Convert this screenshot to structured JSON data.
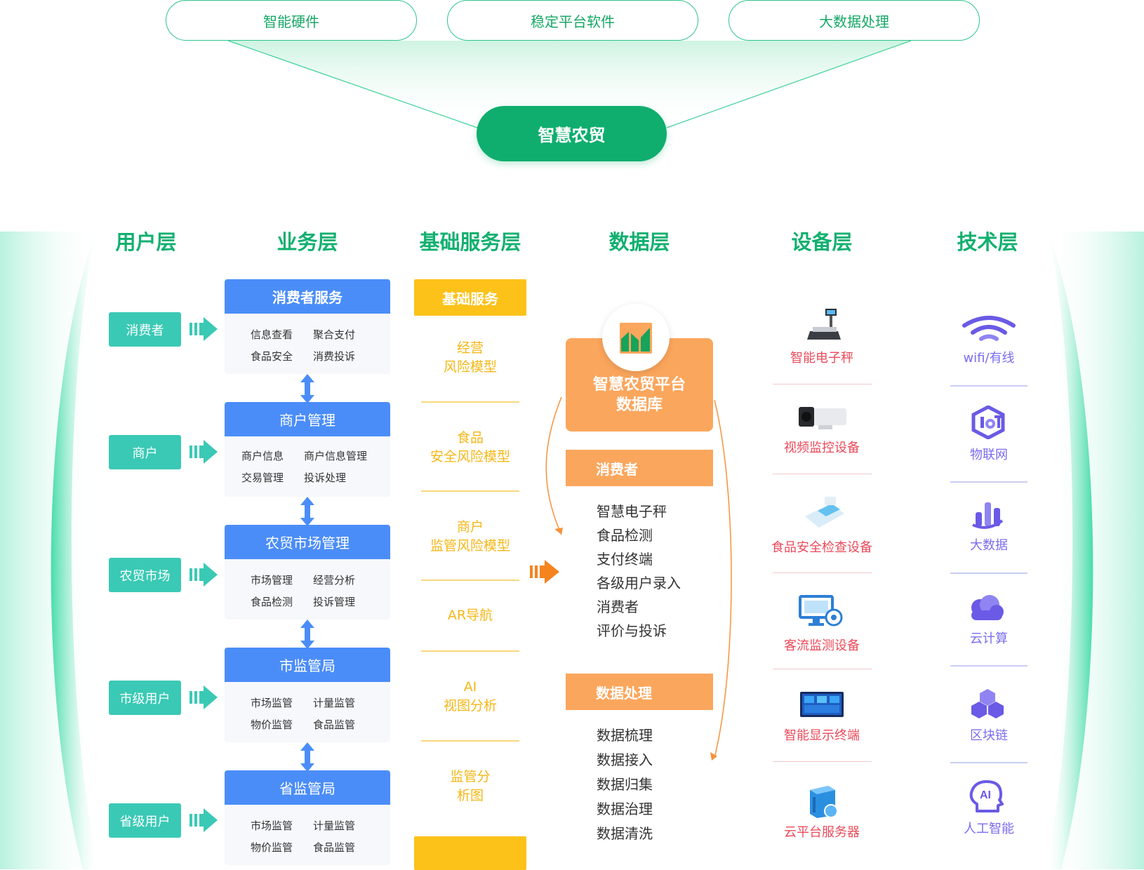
{
  "top": {
    "pills": [
      "智能硬件",
      "稳定平台软件",
      "大数据处理"
    ],
    "center": "智慧农贸"
  },
  "layers": [
    "用户层",
    "业务层",
    "基础服务层",
    "数据层",
    "设备层",
    "技术层"
  ],
  "users": [
    "消费者",
    "商户",
    "农贸市场",
    "市级用户",
    "省级用户"
  ],
  "business": [
    {
      "title": "消费者服务",
      "items": [
        "信息查看",
        "聚合支付",
        "食品安全",
        "消费投诉"
      ]
    },
    {
      "title": "商户管理",
      "items": [
        "商户信息",
        "商户信息管理",
        "交易管理",
        "投诉处理"
      ]
    },
    {
      "title": "农贸市场管理",
      "items": [
        "市场管理",
        "经营分析",
        "食品检测",
        "投诉管理"
      ]
    },
    {
      "title": "市监管局",
      "items": [
        "市场监管",
        "计量监管",
        "物价监管",
        "食品监管"
      ]
    },
    {
      "title": "省监管局",
      "items": [
        "市场监管",
        "计量监管",
        "物价监管",
        "食品监管"
      ]
    }
  ],
  "base": {
    "title": "基础服务",
    "items": [
      [
        "经营",
        "风险模型"
      ],
      [
        "食品",
        "安全风险模型"
      ],
      [
        "商户",
        "监管风险模型"
      ],
      [
        "AR导航"
      ],
      [
        "AI",
        "视图分析"
      ],
      [
        "监管分",
        "析图"
      ]
    ]
  },
  "data_layer": {
    "main": [
      "智慧农贸平台",
      "数据库"
    ],
    "sections": [
      {
        "title": "消费者",
        "items": [
          "智慧电子秤",
          "食品检测",
          "支付终端",
          "各级用户录入",
          "消费者",
          "评价与投诉"
        ]
      },
      {
        "title": "数据处理",
        "items": [
          "数据梳理",
          "数据接入",
          "数据归集",
          "数据治理",
          "数据清洗"
        ]
      }
    ]
  },
  "devices": [
    {
      "label": "智能电子秤",
      "icon": "electronic-scale-icon"
    },
    {
      "label": "视频监控设备",
      "icon": "surveillance-camera-icon"
    },
    {
      "label": "食品安全检查设备",
      "icon": "food-safety-tester-icon"
    },
    {
      "label": "客流监测设备",
      "icon": "traffic-monitor-icon"
    },
    {
      "label": "智能显示终端",
      "icon": "display-terminal-icon"
    },
    {
      "label": "云平台服务器",
      "icon": "cloud-server-icon"
    }
  ],
  "tech": [
    {
      "label": "wifi/有线",
      "icon": "wifi-icon"
    },
    {
      "label": "物联网",
      "icon": "iot-icon"
    },
    {
      "label": "大数据",
      "icon": "big-data-icon"
    },
    {
      "label": "云计算",
      "icon": "cloud-icon"
    },
    {
      "label": "区块链",
      "icon": "blockchain-icon"
    },
    {
      "label": "人工智能",
      "icon": "ai-icon"
    }
  ],
  "colors": {
    "green": "#12b070",
    "teal": "#3ac9b5",
    "blue": "#4b8df8",
    "yellow": "#fcc21a",
    "orange": "#fba65d",
    "device_red": "#ea4a5a",
    "tech_purple": "#7a6cf0"
  }
}
